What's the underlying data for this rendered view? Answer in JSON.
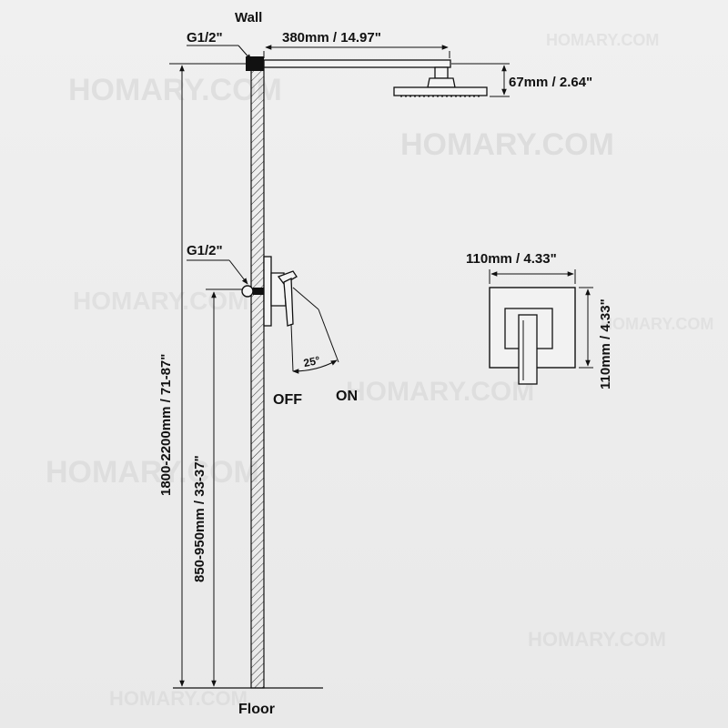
{
  "labels": {
    "wall": "Wall",
    "inlet_top": "G1/2\"",
    "arm_length": "380mm / 14.97\"",
    "head_height": "67mm / 2.64\"",
    "inlet_valve": "G1/2\"",
    "total_height": "1800-2200mm / 71-87\"",
    "valve_height": "850-950mm / 33-37\"",
    "angle": "25°",
    "off": "OFF",
    "on": "ON",
    "floor": "Floor",
    "plate_width": "110mm / 4.33\"",
    "plate_height": "110mm / 4.33\""
  },
  "watermark": {
    "text": "HOMARY.COM"
  },
  "colors": {
    "ink": "#111111",
    "background": "#ececec",
    "watermark": "#d6d6d6"
  }
}
